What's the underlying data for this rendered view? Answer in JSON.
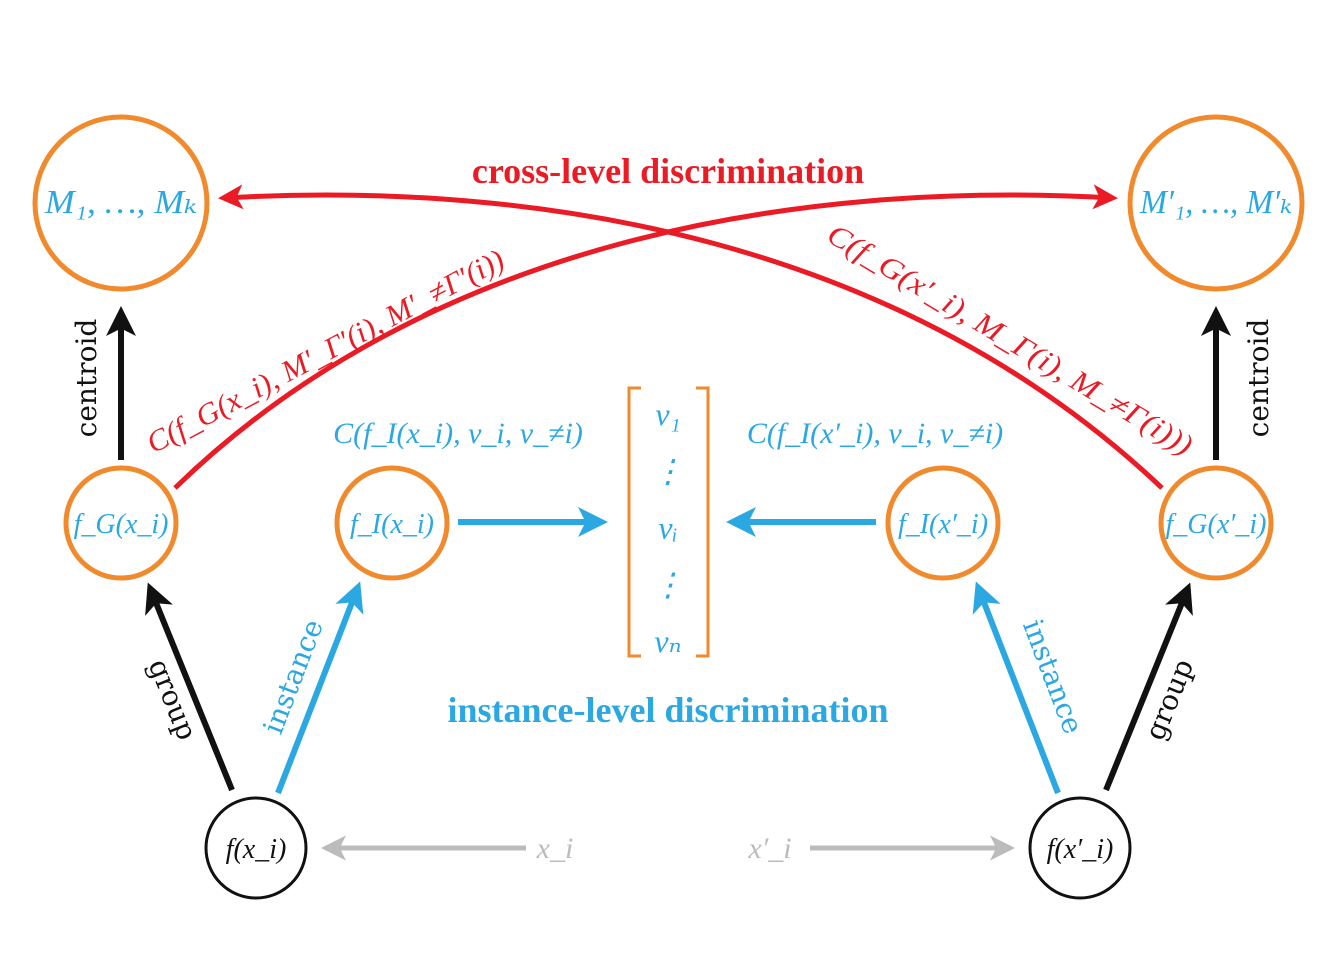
{
  "colors": {
    "orange": "#f08a2c",
    "blue": "#2ba8e2",
    "red": "#ea1b24",
    "black": "#111111",
    "gray": "#bbbbbb"
  },
  "titles": {
    "cross": "cross-level discrimination",
    "instance": "instance-level discrimination"
  },
  "arrow_labels": {
    "centroid_left": "centroid",
    "centroid_right": "centroid",
    "group_left": "group",
    "group_right": "group",
    "instance_left": "instance",
    "instance_right": "instance"
  },
  "nodes": {
    "memory_left": "M₁, …, Mₖ",
    "memory_right": "M′₁, …, M′ₖ",
    "fg_left": "f_G(x_i)",
    "fg_right": "f_G(x′_i)",
    "fi_left": "f_I(x_i)",
    "fi_right": "f_I(x′_i)",
    "f_left": "f(x_i)",
    "f_right": "f(x′_i)"
  },
  "inputs": {
    "left": "x_i",
    "right": "x′_i"
  },
  "memory_bank": {
    "entries": [
      "v₁",
      "⋮",
      "vᵢ",
      "⋮",
      "vₙ"
    ]
  },
  "formulas": {
    "cross_left": "C(f_G(x_i), M′_Γ′(i), M′_≠Γ′(i))",
    "cross_right": "C(f_G(x′_i), M_Γ(i), M_≠Γ(i)))",
    "instance_left": "C(f_I(x_i), v_i, v_≠i)",
    "instance_right": "C(f_I(x′_i), v_i, v_≠i)"
  }
}
